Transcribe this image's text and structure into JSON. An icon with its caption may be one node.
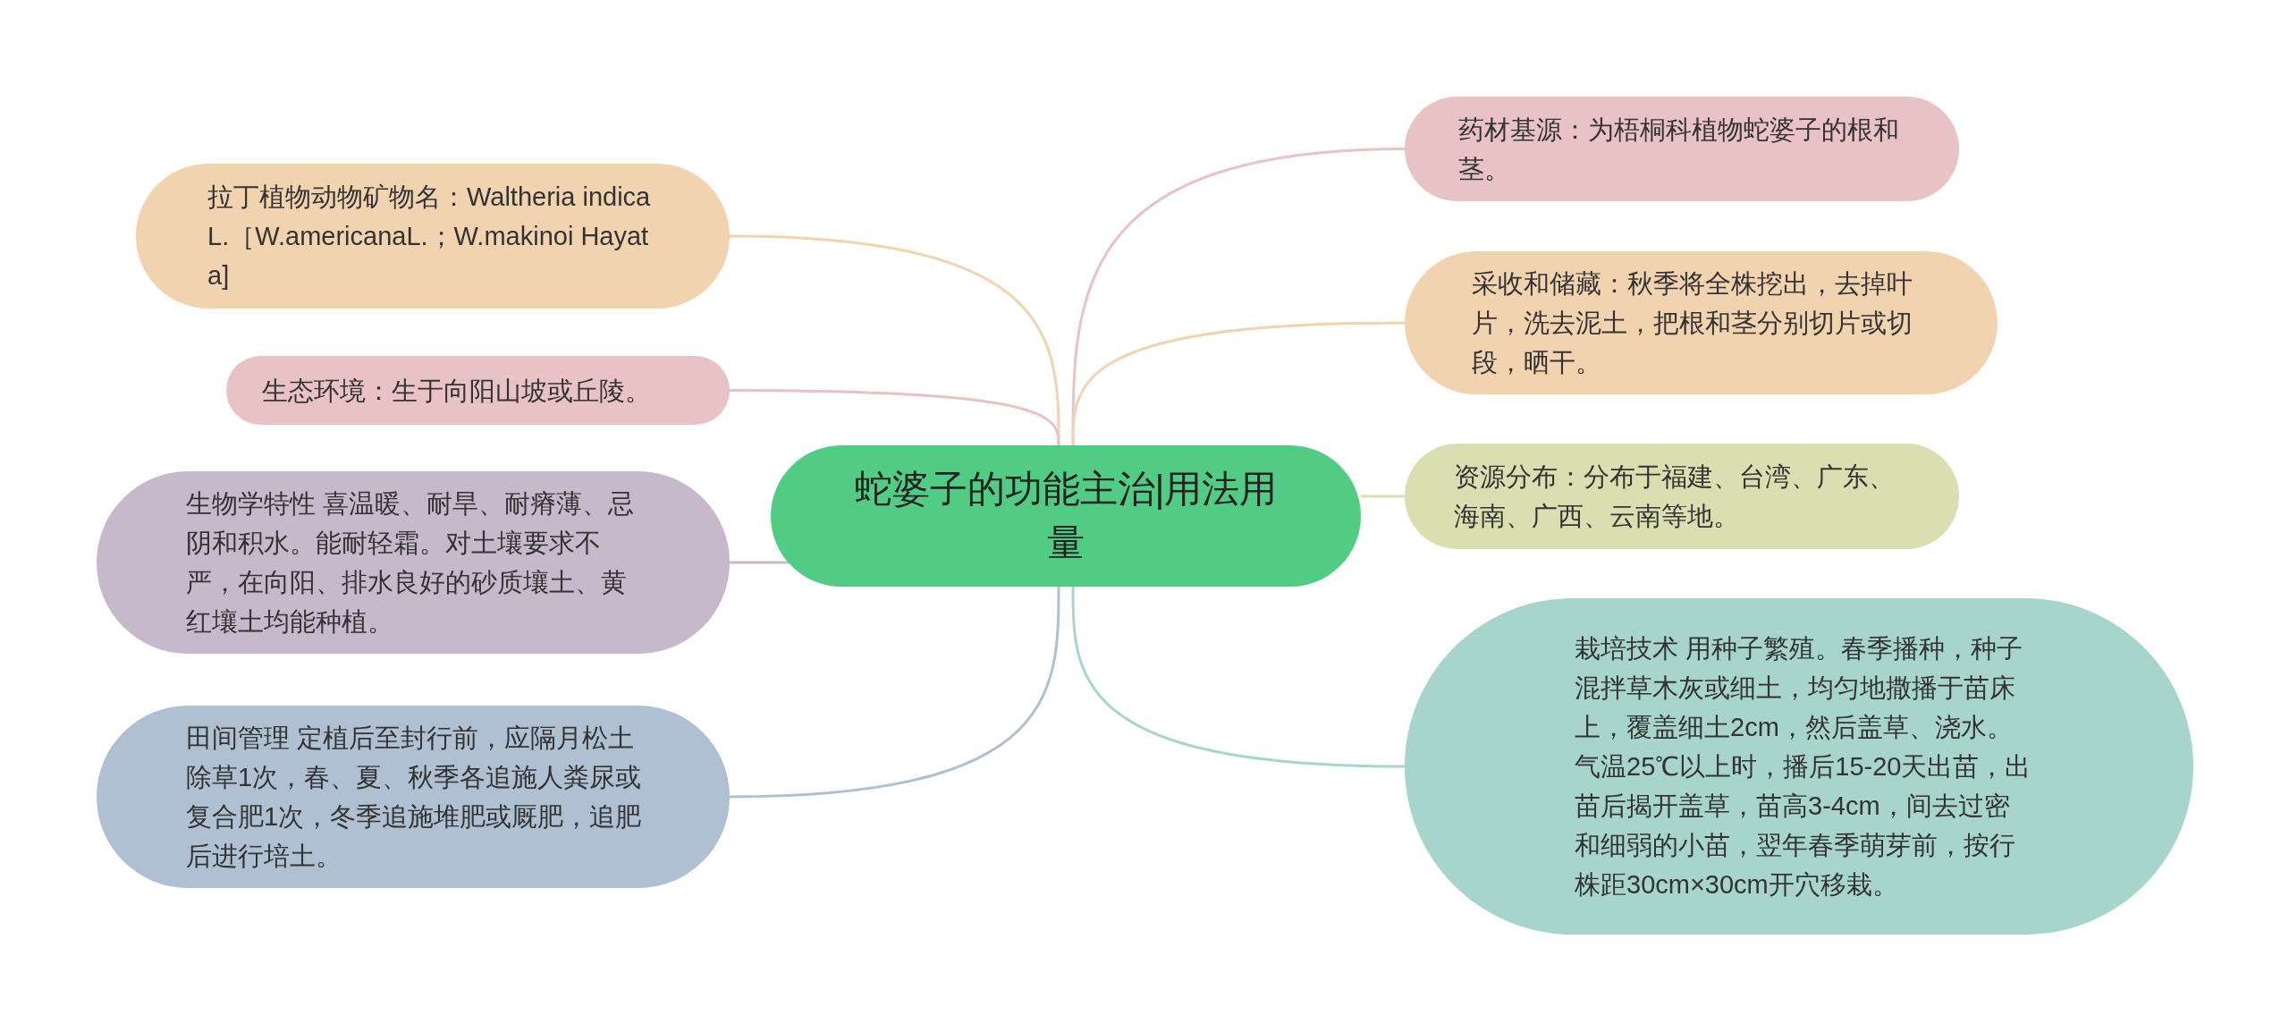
{
  "diagram": {
    "nodes": [
      {
        "text": [
          "蛇婆子的功能主治|用法用量"
        ]
      },
      {
        "text": [
          "拉丁植物动物矿物名：Waltheria indica L.［W.americanaL.；W.makinoi Hayata]"
        ]
      },
      {
        "text": [
          "生态环境：生于向阳山坡或丘陵。"
        ]
      },
      {
        "text": [
          "生物学特性 喜温暖、耐旱、耐瘠薄、忌阴和积水。能耐轻霜。对土壤要求不严，在向阳、排水良好的砂质壤土、黄红壤土均能种植。"
        ]
      },
      {
        "text": [
          "田间管理 定植后至封行前，应隔月松土除草1次，春、夏、秋季各追施人粪尿或复合肥1次，冬季追施堆肥或厩肥，追肥后进行培土。"
        ]
      },
      {
        "text": [
          "药材基源：为梧桐科植物蛇婆子的根和茎。"
        ]
      },
      {
        "text": [
          "采收和储藏：秋季将全株挖出，去掉叶片，洗去泥土，把根和茎分别切片或切段，晒干。"
        ]
      },
      {
        "text": [
          "资源分布：分布于福建、台湾、广东、海南、广西、云南等地。"
        ]
      },
      {
        "text": [
          "栽培技术 用种子繁殖。春季播种，种子混拌草木灰或细土，均匀地撒播于苗床上，覆盖细土2cm，然后盖草、浇水。气温25℃以上时，播后15-20天出苗，出苗后揭开盖草，苗高3-4cm，间去过密和细弱的小苗，翌年春季萌芽前，按行株距30cm×30cm开穴移栽。"
        ]
      }
    ],
    "edges": [
      {
        "from": 0,
        "to": 1,
        "arrow": "none",
        "color": "#f2d3b0"
      },
      {
        "from": 0,
        "to": 2,
        "arrow": "none",
        "color": "#e8c2c4"
      },
      {
        "from": 0,
        "to": 3,
        "arrow": "none",
        "color": "#c8b8cc"
      },
      {
        "from": 0,
        "to": 4,
        "arrow": "none",
        "color": "#afc0d2"
      },
      {
        "from": 0,
        "to": 5,
        "arrow": "none",
        "color": "#e8c2c4"
      },
      {
        "from": 0,
        "to": 6,
        "arrow": "none",
        "color": "#f2d3b0"
      },
      {
        "from": 0,
        "to": 7,
        "arrow": "none",
        "color": "#d9dfb0"
      },
      {
        "from": 0,
        "to": 8,
        "arrow": "none",
        "color": "#a8d5cb"
      }
    ]
  }
}
